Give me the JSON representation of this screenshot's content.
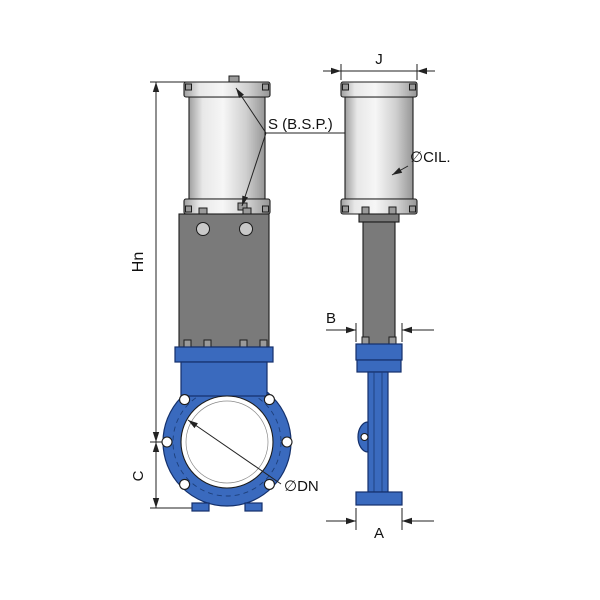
{
  "drawing": {
    "labels": {
      "hn": "Hn",
      "c": "C",
      "s_bsp": "S (B.S.P.)",
      "dn": "∅DN",
      "j": "J",
      "cil": "∅CIL.",
      "b": "B",
      "a": "A"
    },
    "colors": {
      "valve_blue": "#3a6abe",
      "yoke_gray": "#7a7a7a",
      "cylinder_silver": "#d9d9d9",
      "line": "#1c1c1c",
      "background": "#ffffff"
    }
  }
}
